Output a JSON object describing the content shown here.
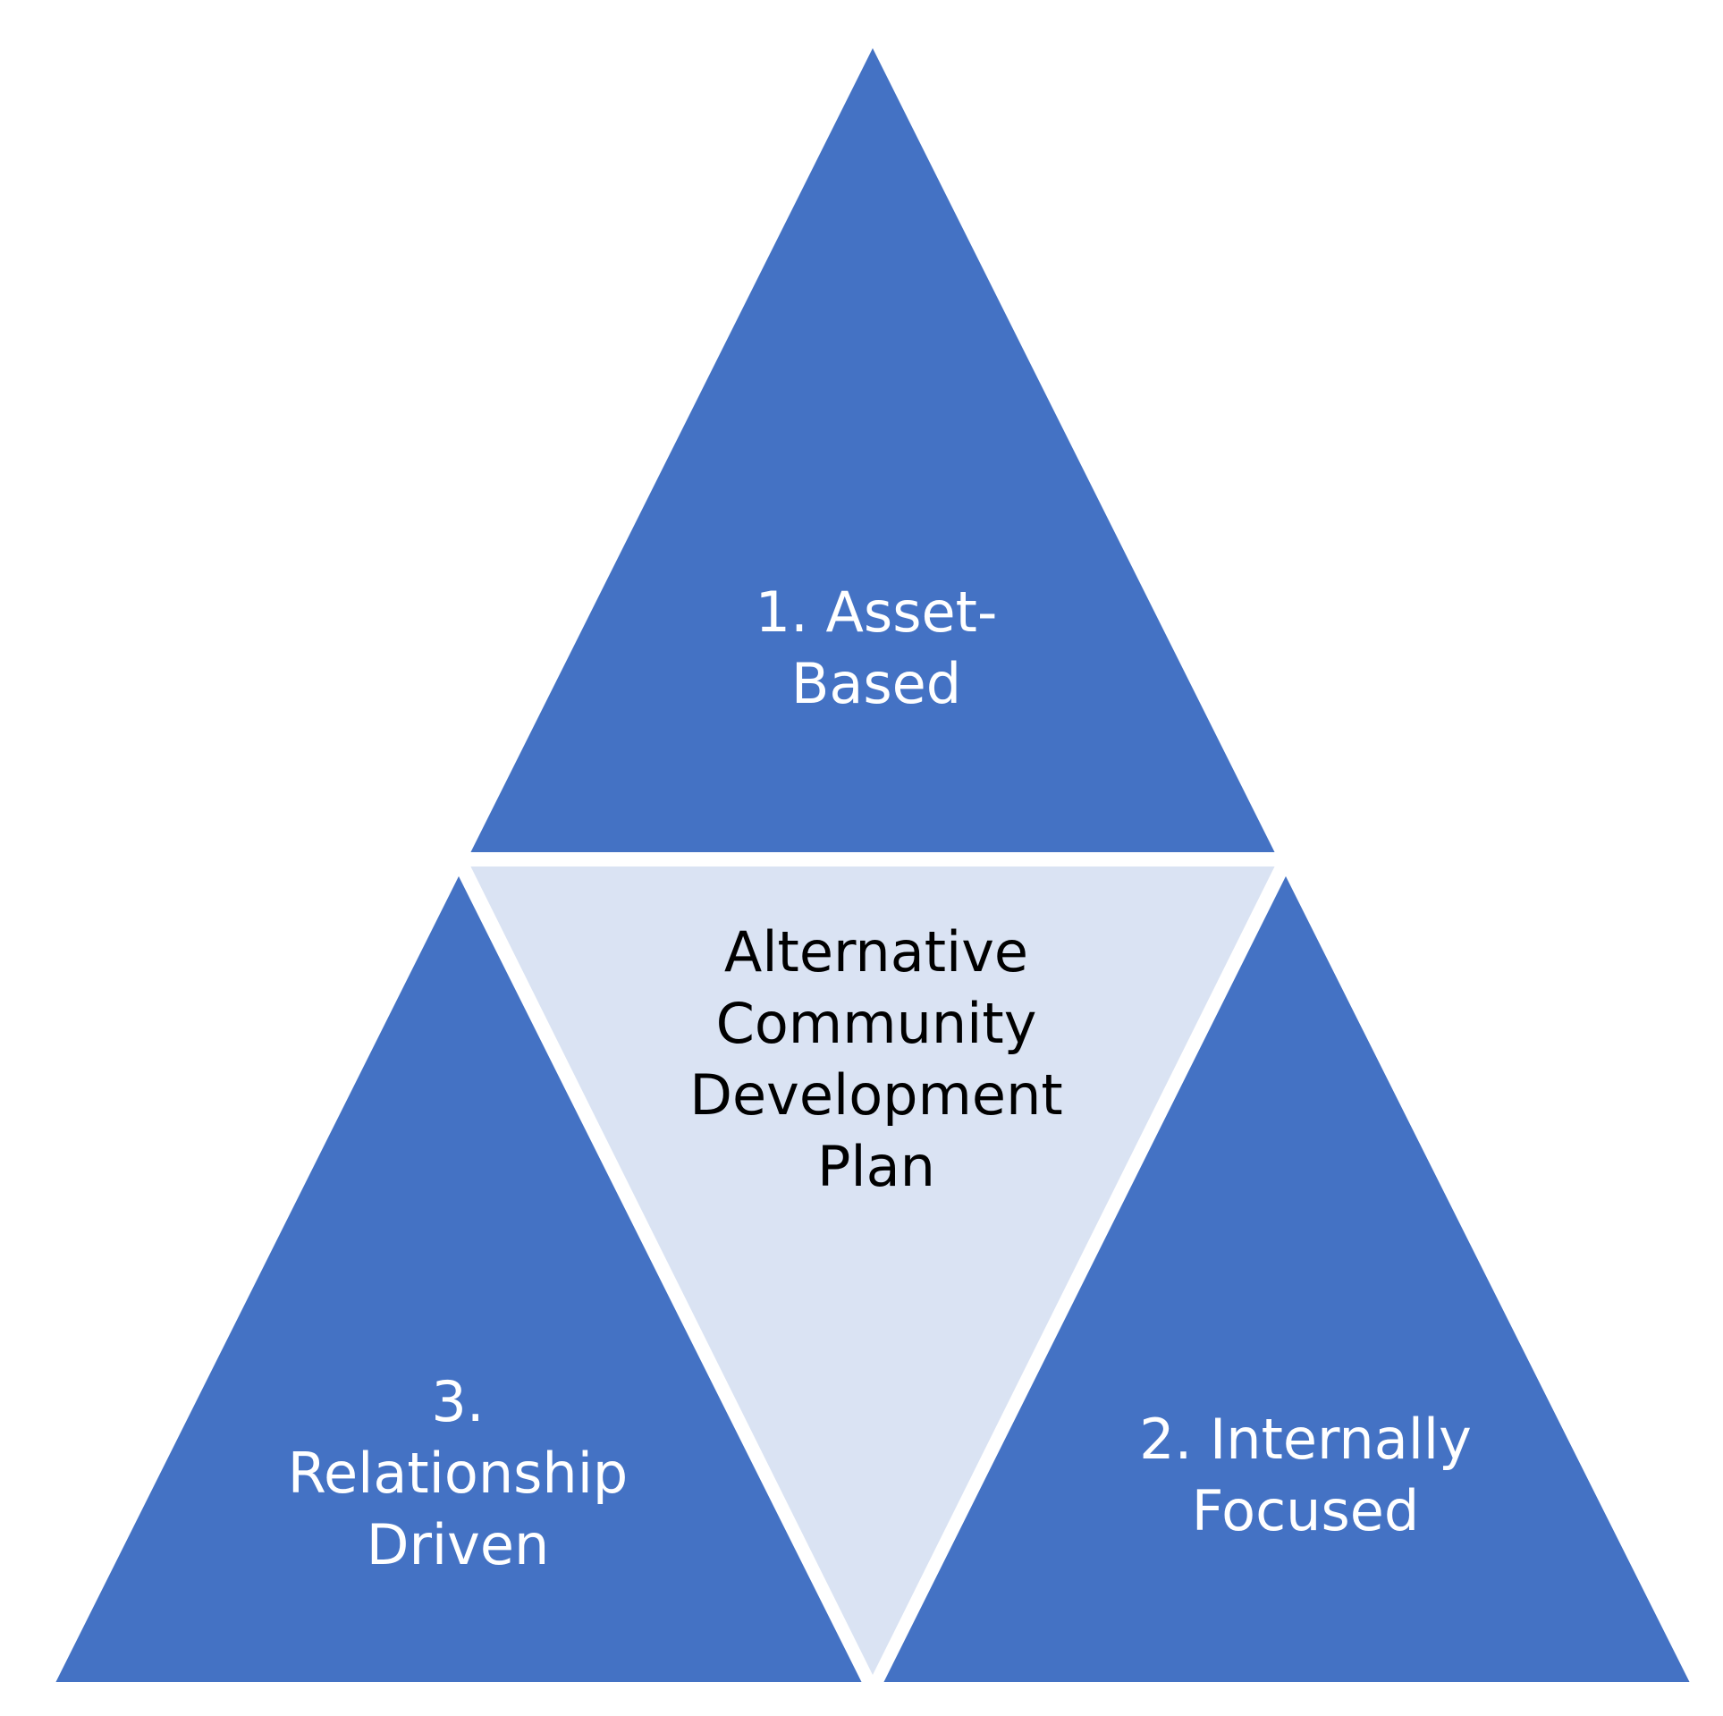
{
  "colors": {
    "outer_fill": "#4472C4",
    "center_fill": "#DAE3F3",
    "border": "#FFFFFF",
    "outer_text": "#FFFFFF",
    "center_text": "#000000"
  },
  "top": {
    "lines": [
      "1. Asset-",
      "Based"
    ]
  },
  "right": {
    "lines": [
      "2. Internally",
      "Focused"
    ]
  },
  "left": {
    "lines": [
      "3.",
      "Relationship",
      "Driven"
    ]
  },
  "center": {
    "lines": [
      "Alternative",
      "Community",
      "Development",
      "Plan"
    ]
  }
}
